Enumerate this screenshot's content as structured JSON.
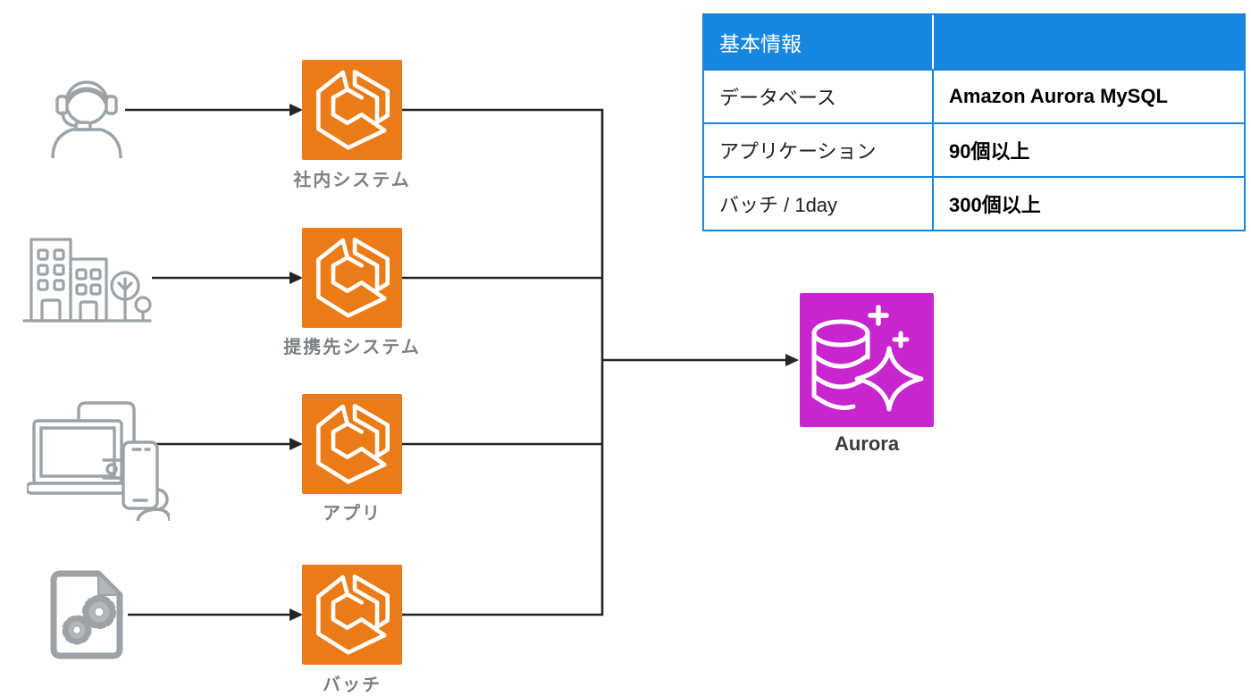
{
  "table": {
    "header": "基本情報",
    "rows": [
      {
        "label": "データベース",
        "value": "Amazon Aurora MySQL"
      },
      {
        "label": "アプリケーション",
        "value": "90個以上"
      },
      {
        "label": "バッチ / 1day",
        "value": "300個以上"
      }
    ]
  },
  "diagram": {
    "sources": [
      {
        "icon": "headset-agent-icon",
        "label": "社内システム"
      },
      {
        "icon": "office-buildings-icon",
        "label": "提携先システム"
      },
      {
        "icon": "user-devices-icon",
        "label": "アプリ"
      },
      {
        "icon": "batch-document-icon",
        "label": "バッチ"
      }
    ],
    "target": {
      "icon": "aurora-database-icon",
      "label": "Aurora"
    }
  },
  "colors": {
    "aws_orange": "#EB7B17",
    "aurora_magenta": "#C825D1",
    "table_blue": "#1786DF",
    "connector_black": "#242424",
    "icon_gray": "#9CA2A6"
  }
}
